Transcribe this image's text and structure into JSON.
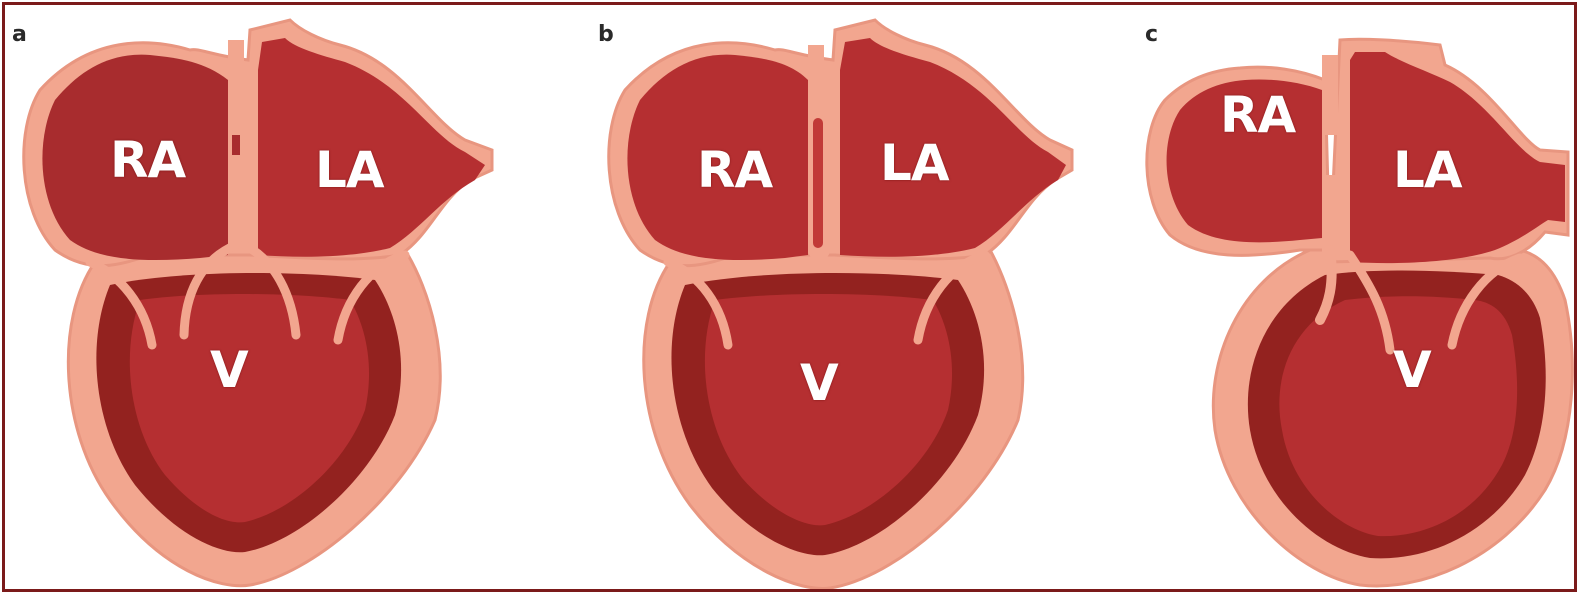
{
  "colors": {
    "blood": "#b52f31",
    "blood_dark": "#93221f",
    "blood_mid": "#c13a37",
    "wall": "#f2a68f",
    "wall_line": "#e89680",
    "frame": "#7b1a1a"
  },
  "panels": [
    {
      "letter": "a",
      "labels": {
        "ra": "RA",
        "la": "LA",
        "v": "V"
      }
    },
    {
      "letter": "b",
      "labels": {
        "ra": "RA",
        "la": "LA",
        "v": "V"
      }
    },
    {
      "letter": "c",
      "labels": {
        "ra": "RA",
        "la": "LA",
        "v": "V"
      }
    }
  ]
}
